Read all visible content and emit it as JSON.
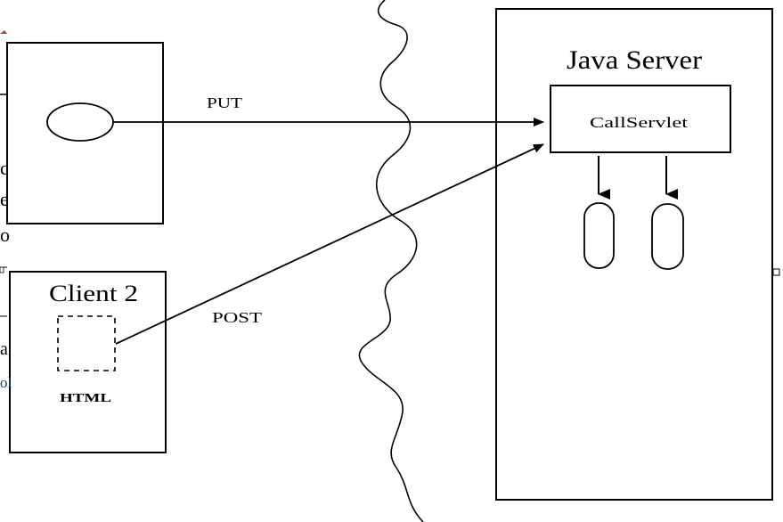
{
  "server": {
    "title": "Java Server",
    "servlet_label": "CallServlet"
  },
  "client2": {
    "title": "Client 2",
    "html_label": "HTML"
  },
  "requests": {
    "put_label": "PUT",
    "post_label": "POST"
  },
  "left_edge_fragments": [
    "c",
    "e",
    "o",
    "a",
    "ol"
  ],
  "colors": {
    "stroke": "#000000",
    "background": "#ffffff",
    "corner_mark": "#c0392b"
  }
}
